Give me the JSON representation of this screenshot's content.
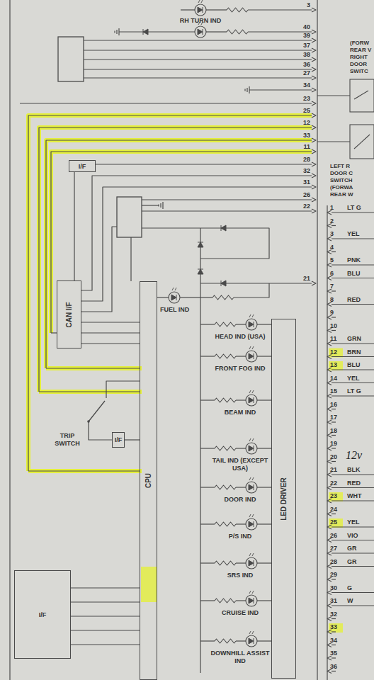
{
  "diagram": {
    "nodes": [
      {
        "text": [
          "I/F"
        ]
      },
      {
        "text": [
          "CAN I/F"
        ]
      },
      {
        "text": [
          "CPU"
        ]
      },
      {
        "text": [
          "LED DRIVER"
        ]
      },
      {
        "text": [
          "I/F"
        ]
      },
      {
        "text": [
          "I/F"
        ]
      }
    ],
    "edges": [
      {
        "from": 0,
        "to": 1,
        "arrow": "none"
      },
      {
        "from": 1,
        "to": 2,
        "arrow": "none"
      },
      {
        "from": 4,
        "to": 2,
        "arrow": "none"
      },
      {
        "from": 5,
        "to": 2,
        "arrow": "none"
      }
    ],
    "labels": [
      "3",
      "40",
      "39",
      "37",
      "38",
      "36",
      "27",
      "34",
      "23",
      "25",
      "12",
      "33",
      "11",
      "28",
      "32",
      "31",
      "26",
      "22",
      "21",
      "RH TURN IND",
      "FUEL IND",
      "HEAD IND (USA)",
      "FRONT FOG IND",
      "BEAM IND",
      "TAIL IND (EXCEPT USA)",
      "DOOR IND",
      "P/S IND",
      "SRS IND",
      "CRUISE IND",
      "DOWNHILL ASSIST IND",
      "TRIP SWITCH",
      "(FORW",
      "REAR V",
      "RIGHT",
      "DOOR",
      "SWITC",
      "LEFT R",
      "DOOR C",
      "SWITCH",
      "(FORWA",
      "REAR W",
      "1",
      "2",
      "3",
      "4",
      "5",
      "6",
      "7",
      "8",
      "9",
      "10",
      "11",
      "12",
      "13",
      "14",
      "15",
      "16",
      "17",
      "18",
      "19",
      "20",
      "21",
      "22",
      "23",
      "24",
      "25",
      "26",
      "27",
      "28",
      "29",
      "30",
      "31",
      "32",
      "33",
      "34",
      "35",
      "36",
      "LT G",
      "YEL",
      "PNK",
      "BLU",
      "RED",
      "GRN",
      "BRN",
      "BLU",
      "YEL",
      "LT G",
      "BLK",
      "RED",
      "WHT",
      "YEL",
      "VIO",
      "GR",
      "GR",
      "G",
      "W",
      "12v"
    ]
  }
}
